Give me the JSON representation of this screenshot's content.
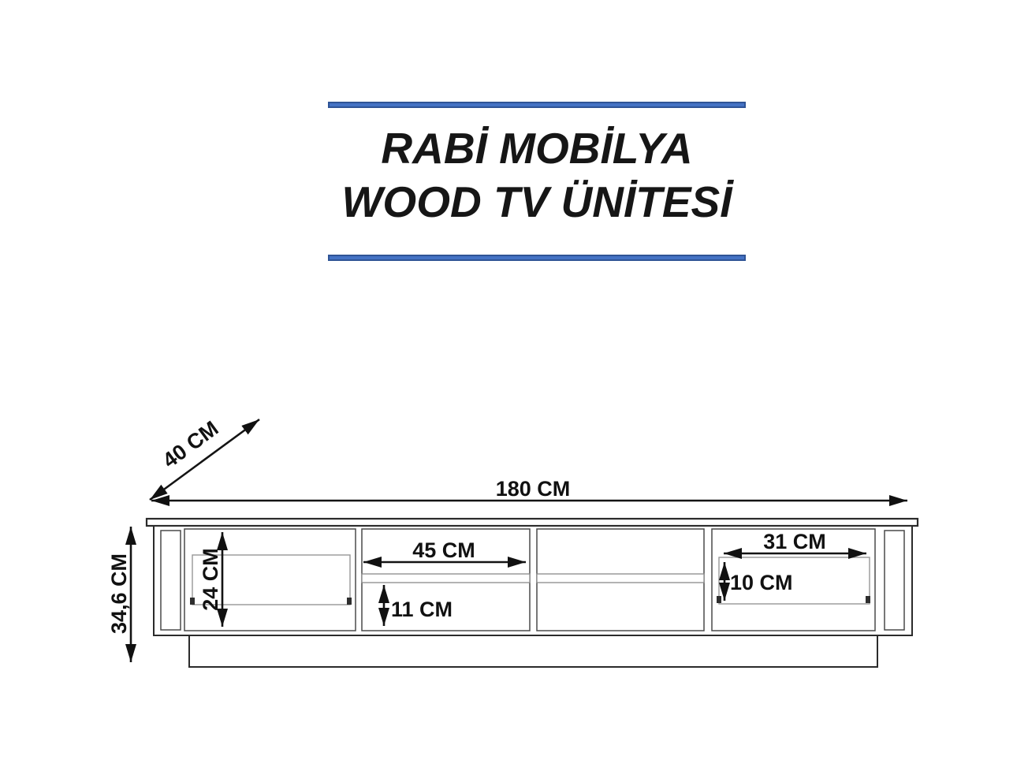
{
  "title": {
    "line1": "RABİ MOBİLYA",
    "line2": "WOOD TV ÜNİTESİ"
  },
  "accent_colors": {
    "rule_fill": "#4472C4",
    "rule_border": "#2F5496",
    "drawing_line": "#2B2B2B",
    "dimension_text": "#111111"
  },
  "diagram": {
    "unit": "CM",
    "dimensions": {
      "total_width": "180 CM",
      "depth": "40 CM",
      "total_height": "34,6 CM",
      "left_door_height": "24 CM",
      "open_shelf_width": "45 CM",
      "open_shelf_height": "11 CM",
      "right_flap_width": "31 CM",
      "right_flap_height": "10 CM"
    }
  }
}
